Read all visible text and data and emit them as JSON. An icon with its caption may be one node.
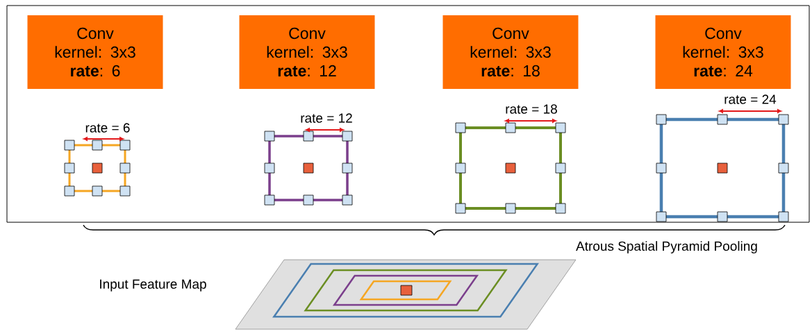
{
  "diagram": {
    "nodes": [
      {
        "text": [
          "Conv kernel: 3x3 **rate**: 6"
        ]
      },
      {
        "text": [
          "Conv kernel: 3x3 **rate**: 12"
        ]
      },
      {
        "text": [
          "Conv kernel: 3x3 **rate**: 18"
        ]
      },
      {
        "text": [
          "Conv kernel: 3x3 **rate**: 24"
        ]
      }
    ],
    "labels": [
      "rate = 6",
      "rate = 12",
      "rate = 18",
      "rate = 24",
      "Atrous Spatial Pyramid Pooling",
      "Input Feature Map"
    ]
  }
}
